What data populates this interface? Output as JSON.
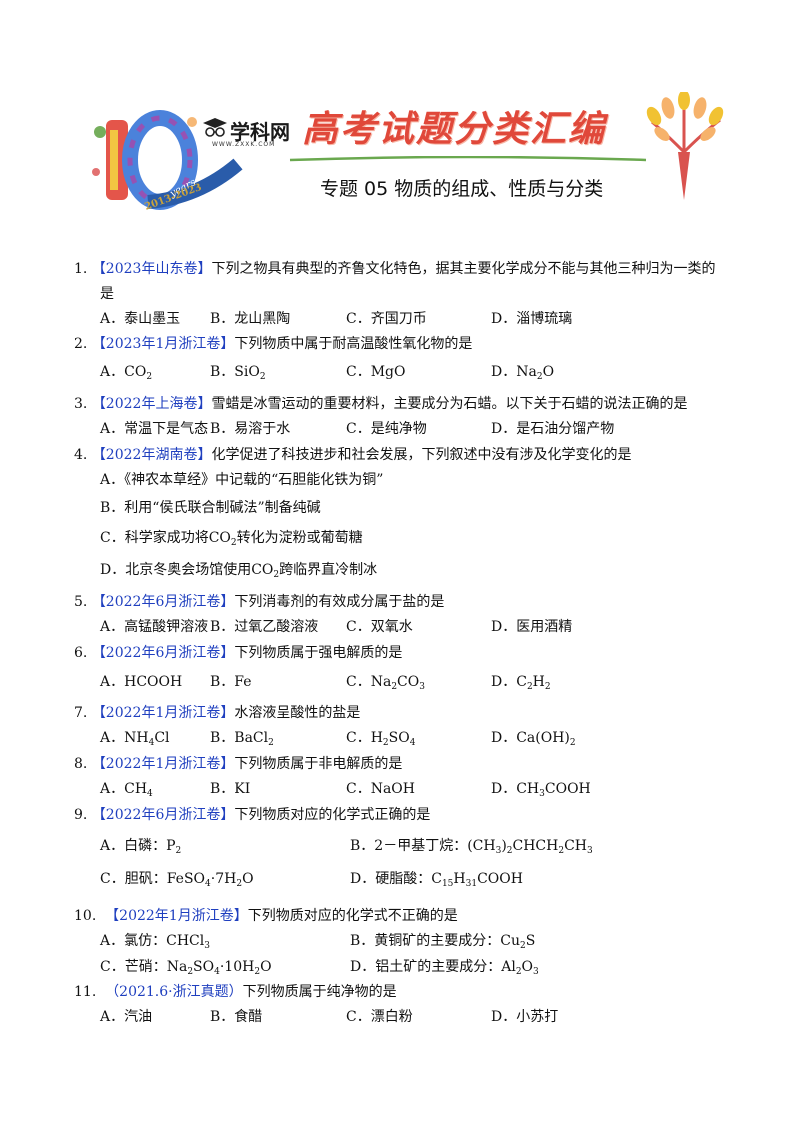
{
  "header": {
    "brand": "学科网",
    "brand_url": "WWW.ZXXK.COM",
    "years_label": "years",
    "years_range": "2013-2023",
    "series_title": "高考试题分类汇编",
    "subject": "专题 05    物质的组成、性质与分类"
  },
  "questions": [
    {
      "num": "1.",
      "src": "【2023年山东卷】",
      "stem": "下列之物具有典型的齐鲁文化特色，据其主要化学成分不能与其他三种归为一类的",
      "stem2": "是",
      "opts": [
        "A．泰山墨玉",
        "B．龙山黑陶",
        "C．齐国刀币",
        "D．淄博琉璃"
      ]
    },
    {
      "num": "2.",
      "src": "【2023年1月浙江卷】",
      "stem": "下列物质中属于耐高温酸性氧化物的是",
      "opts": [
        "A．CO2",
        "B．SiO2",
        "C．MgO",
        "D．Na2O"
      ]
    },
    {
      "num": "3.",
      "src": "【2022年上海卷】",
      "stem": "雪蜡是冰雪运动的重要材料，主要成分为石蜡。以下关于石蜡的说法正确的是",
      "opts": [
        "A．常温下是气态",
        "B．易溶于水",
        "C．是纯净物",
        "D．是石油分馏产物"
      ]
    },
    {
      "num": "4.",
      "src": "【2022年湖南卷】",
      "stem": "化学促进了科技进步和社会发展，下列叙述中没有涉及化学变化的是",
      "opts": [
        "A．《神农本草经》中记载的“石胆能化铁为铜”",
        "B．利用“侯氏联合制碱法”制备纯碱",
        "C．科学家成功将CO2转化为淀粉或葡萄糖",
        "D．北京冬奥会场馆使用CO2跨临界直冷制冰"
      ]
    },
    {
      "num": "5.",
      "src": "【2022年6月浙江卷】",
      "stem": "下列消毒剂的有效成分属于盐的是",
      "opts": [
        "A．高锰酸钾溶液",
        "B．过氧乙酸溶液",
        "C．双氧水",
        "D．医用酒精"
      ]
    },
    {
      "num": "6.",
      "src": "【2022年6月浙江卷】",
      "stem": "下列物质属于强电解质的是",
      "opts": [
        "A．HCOOH",
        "B．Fe",
        "C．Na2CO3",
        "D．C2H2"
      ]
    },
    {
      "num": "7.",
      "src": "【2022年1月浙江卷】",
      "stem": "水溶液呈酸性的盐是",
      "opts": [
        "A．NH4Cl",
        "B．BaCl2",
        "C．H2SO4",
        "D．Ca(OH)2"
      ]
    },
    {
      "num": "8.",
      "src": "【2022年1月浙江卷】",
      "stem": "下列物质属于非电解质的是",
      "opts": [
        "A．CH4",
        "B．KI",
        "C．NaOH",
        "D．CH3COOH"
      ]
    },
    {
      "num": "9.",
      "src": "【2022年6月浙江卷】",
      "stem": "下列物质对应的化学式正确的是",
      "opts": [
        "A．白磷：P2",
        "B．2－甲基丁烷：(CH3)2CHCH2CH3",
        "C．胆矾：FeSO4·7H2O",
        "D．硬脂酸：C15H31COOH"
      ]
    },
    {
      "num": "10.",
      "src": "【2022年1月浙江卷】",
      "stem": "下列物质对应的化学式不正确的是",
      "opts": [
        "A．氯仿：CHCl3",
        "B．黄铜矿的主要成分：Cu2S",
        "C．芒硝：Na2SO4·10H2O",
        "D．铝土矿的主要成分：Al2O3"
      ]
    },
    {
      "num": "11.",
      "src": "（2021.6·浙江真题）",
      "stem": "下列物质属于纯净物的是",
      "opts": [
        "A．汽油",
        "B．食醋",
        "C．漂白粉",
        "D．小苏打"
      ]
    }
  ]
}
